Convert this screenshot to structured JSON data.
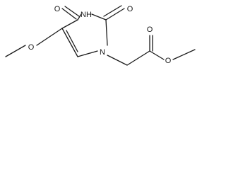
{
  "molecule": {
    "atoms": {
      "nh": "NH",
      "n1": "N",
      "o_top_left": "O",
      "o_top_right": "O",
      "o_ring_methoxy": "O",
      "o_ester_carbonyl": "O",
      "o_ester_ether": "O"
    }
  }
}
